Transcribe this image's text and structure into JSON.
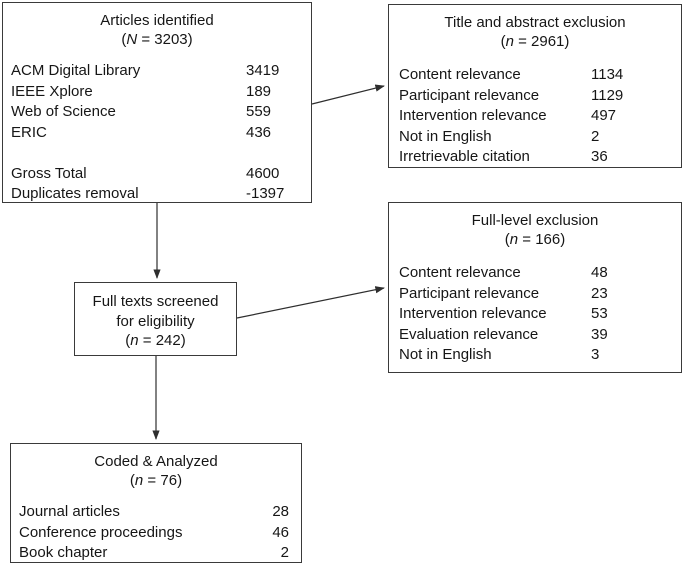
{
  "punct": {
    "open": "(",
    "eq": " = ",
    "close": ")"
  },
  "colors": {
    "background": "#ffffff",
    "box_border": "#3a3a3a",
    "text": "#161616",
    "arrow": "#2e2e2e"
  },
  "boxes": {
    "identified": {
      "title": "Articles identified",
      "n_var": "N",
      "n_value": "3203",
      "sources": [
        {
          "label": "ACM Digital Library",
          "value": "3419"
        },
        {
          "label": "IEEE Xplore",
          "value": "189"
        },
        {
          "label": "Web of Science",
          "value": "559"
        },
        {
          "label": "ERIC",
          "value": "436"
        }
      ],
      "totals": [
        {
          "label": "Gross Total",
          "value": "4600"
        },
        {
          "label": "Duplicates removal",
          "value": "-1397"
        }
      ]
    },
    "title_abstract_exclusion": {
      "title": "Title and abstract exclusion",
      "n_var": "n",
      "n_value": "2961",
      "items": [
        {
          "label": "Content relevance",
          "value": "1134"
        },
        {
          "label": "Participant relevance",
          "value": "1129"
        },
        {
          "label": "Intervention relevance",
          "value": "497"
        },
        {
          "label": "Not in English",
          "value": "2"
        },
        {
          "label": "Irretrievable citation",
          "value": "36"
        }
      ]
    },
    "full_level_exclusion": {
      "title": "Full-level exclusion",
      "n_var": "n",
      "n_value": "166",
      "items": [
        {
          "label": "Content relevance",
          "value": "48"
        },
        {
          "label": "Participant relevance",
          "value": "23"
        },
        {
          "label": "Intervention relevance",
          "value": "53"
        },
        {
          "label": "Evaluation relevance",
          "value": "39"
        },
        {
          "label": "Not in English",
          "value": "3"
        }
      ]
    },
    "full_texts_screened": {
      "title_line1": "Full texts screened",
      "title_line2": "for eligibility",
      "n_var": "n",
      "n_value": "242"
    },
    "coded_analyzed": {
      "title": "Coded & Analyzed",
      "n_var": "n",
      "n_value": "76",
      "items": [
        {
          "label": "Journal articles",
          "value": "28"
        },
        {
          "label": "Conference proceedings",
          "value": "46"
        },
        {
          "label": "Book chapter",
          "value": "2"
        }
      ]
    }
  },
  "edges": [
    {
      "from": "articles-identified",
      "to": "title-and-abstract-exclusion"
    },
    {
      "from": "articles-identified",
      "to": "full-texts-screened"
    },
    {
      "from": "full-texts-screened",
      "to": "full-level-exclusion"
    },
    {
      "from": "full-texts-screened",
      "to": "coded-and-analyzed"
    }
  ]
}
